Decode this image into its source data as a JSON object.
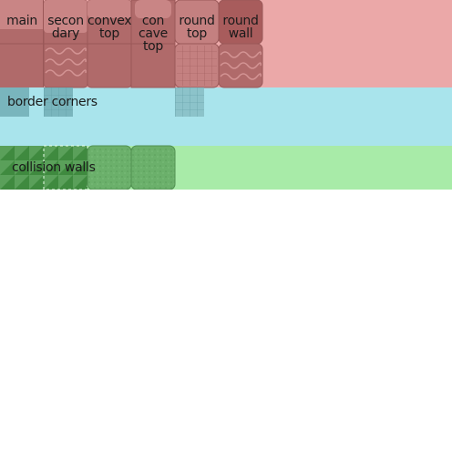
{
  "sheet": {
    "sections": [
      {
        "id": "walls",
        "background": "#eba8a8",
        "tile_color": "#b06a6a",
        "labels": [
          "main",
          "secon\ndary",
          "convex\ntop",
          "con\ncave\ntop",
          "round\ntop",
          "round\nwall"
        ]
      },
      {
        "id": "border-corners",
        "background": "#a9e4ec",
        "tile_color": "#79b5bd",
        "label": "border corners"
      },
      {
        "id": "collision-walls",
        "background": "#a8eba8",
        "tile_color": "#6bb06b",
        "label": "collision walls"
      }
    ]
  }
}
